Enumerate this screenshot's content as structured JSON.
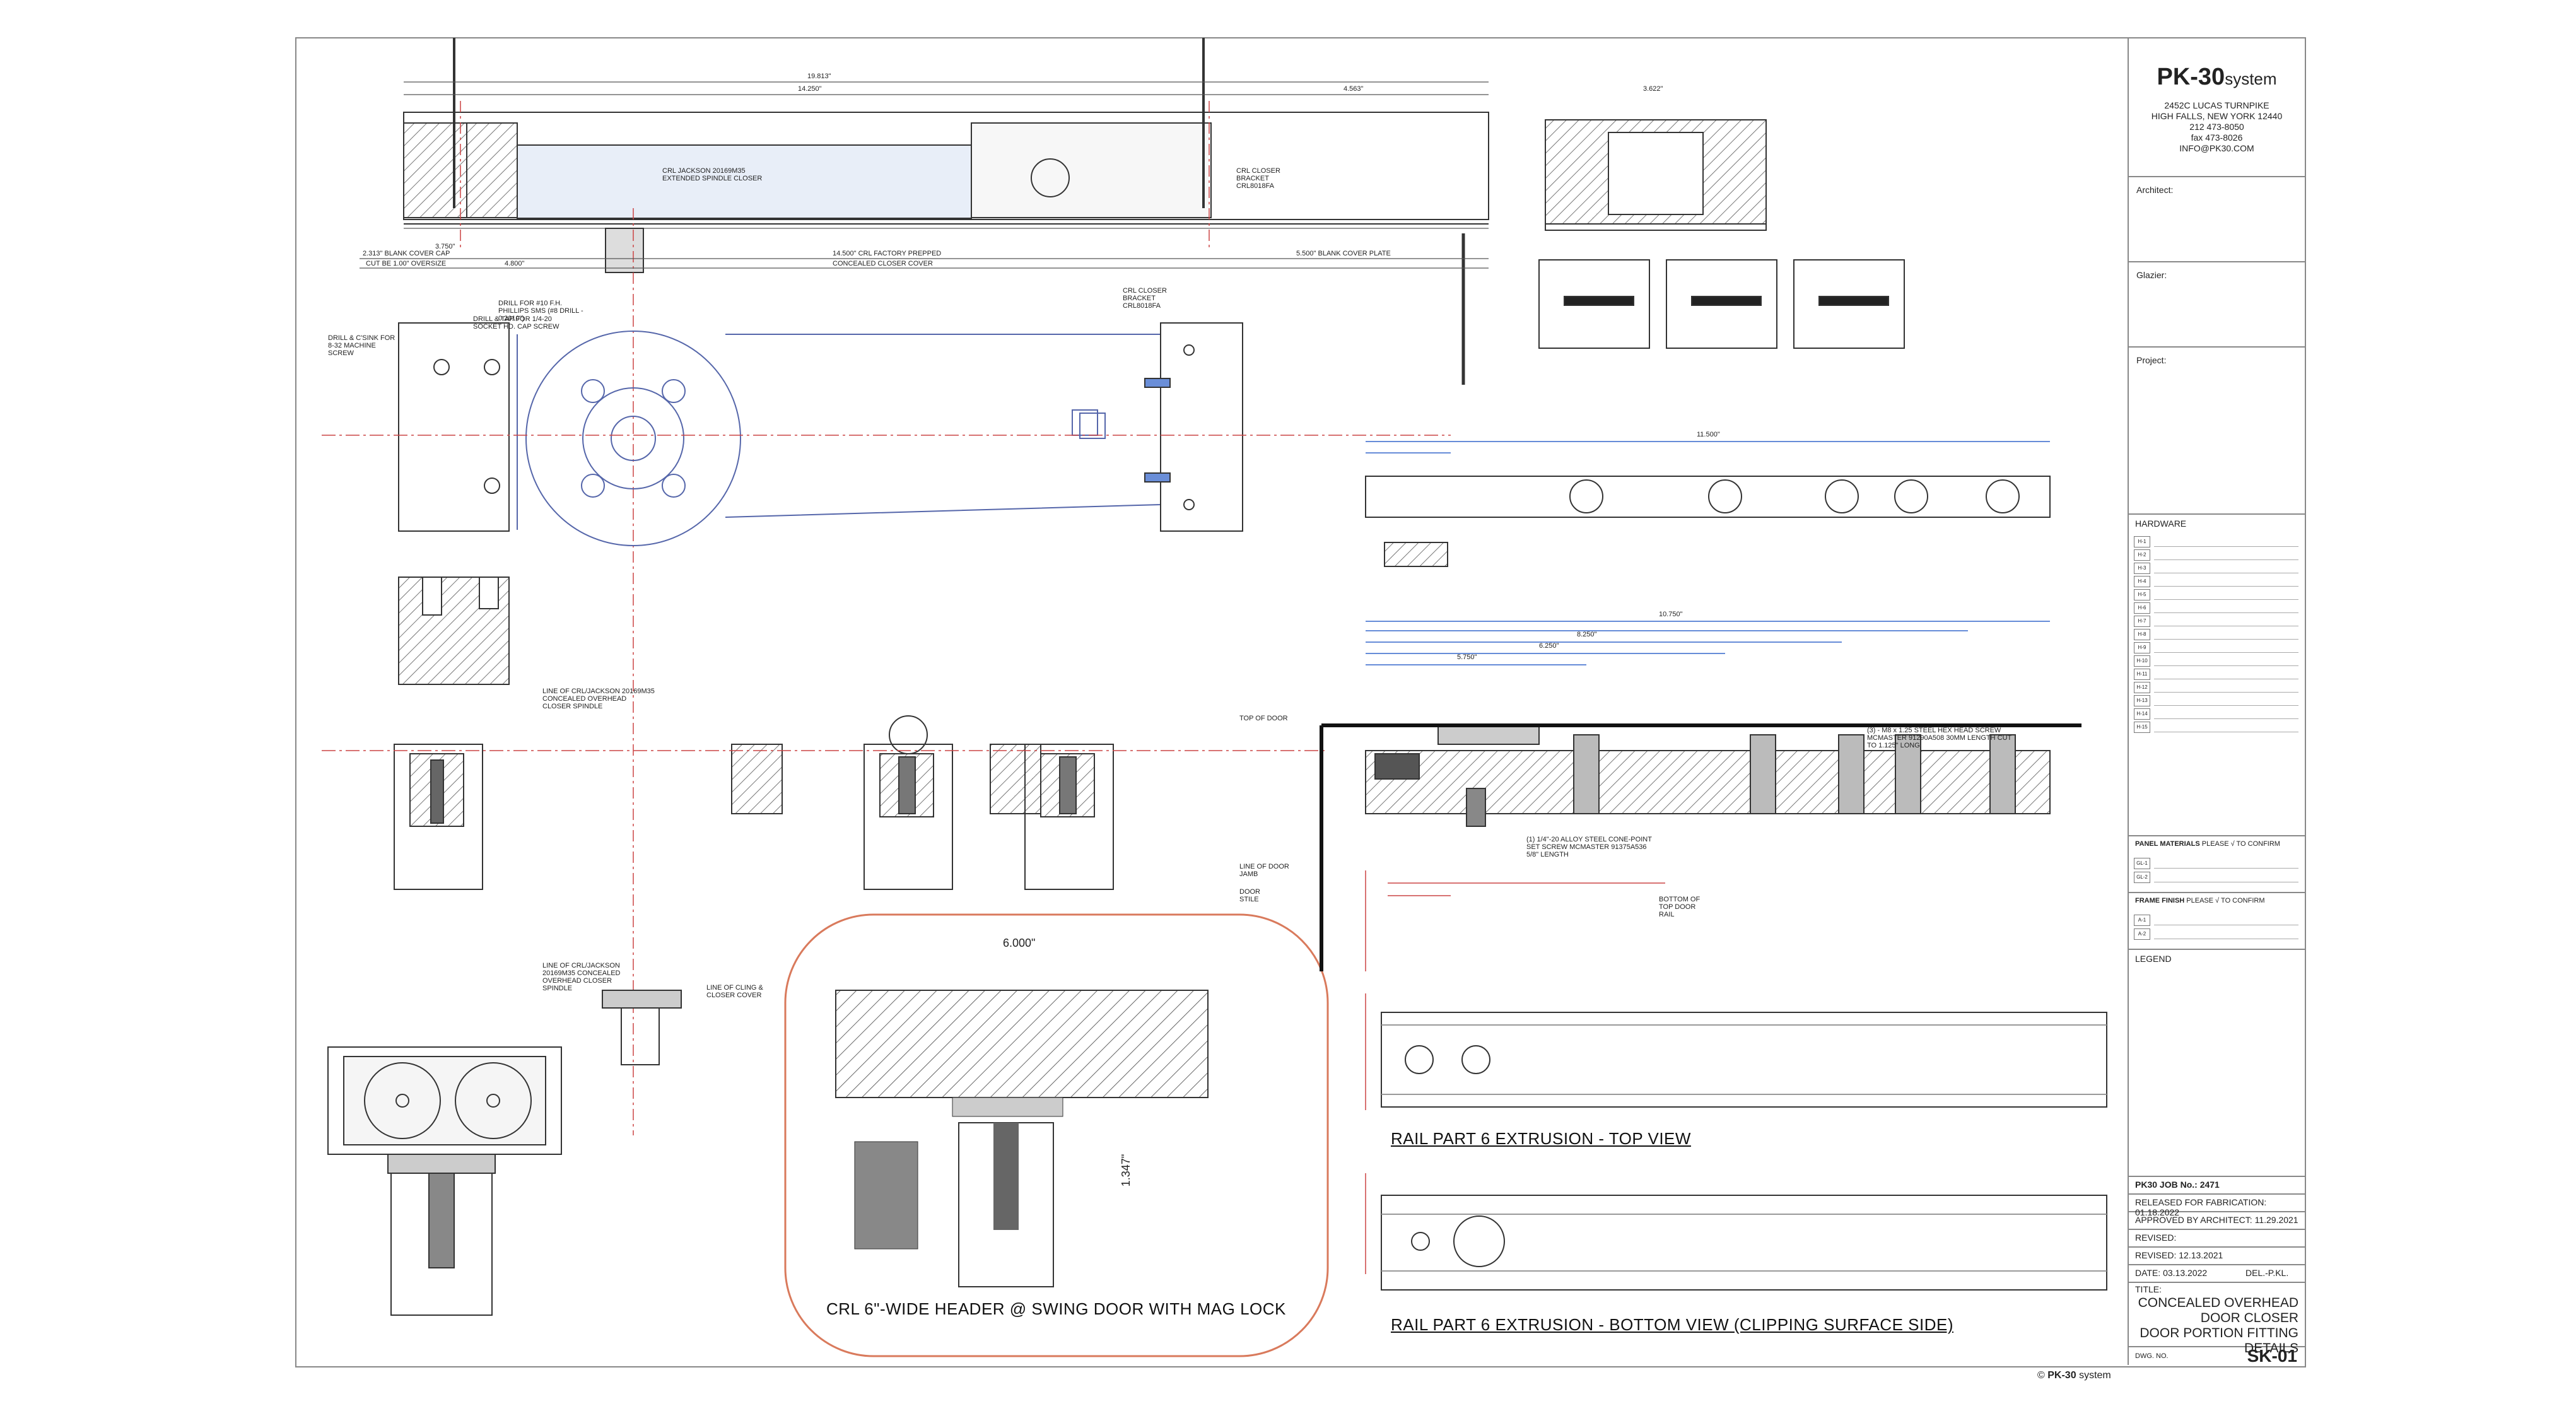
{
  "title_block": {
    "logo": {
      "brand": "PK-30",
      "suffix": "system"
    },
    "address": [
      "2452C LUCAS TURNPIKE",
      "HIGH FALLS, NEW YORK 12440",
      "212 473-8050",
      "fax 473-8026",
      "INFO@PK30.COM"
    ],
    "architect_label": "Architect:",
    "glazier_label": "Glazier:",
    "project_label": "Project:",
    "hardware_label": "HARDWARE",
    "hardware_rows": [
      "H-1",
      "H-2",
      "H-3",
      "H-4",
      "H-5",
      "H-6",
      "H-7",
      "H-8",
      "H-9",
      "H-10",
      "H-11",
      "H-12",
      "H-13",
      "H-14",
      "H-15"
    ],
    "panel_materials_label": "PANEL MATERIALS",
    "panel_materials_hint": "PLEASE √ TO CONFIRM",
    "panel_rows": [
      "GL-1",
      "GL-2"
    ],
    "frame_finish_label": "FRAME FINISH",
    "frame_finish_hint": "PLEASE √ TO CONFIRM",
    "frame_rows": [
      "A-1",
      "A-2"
    ],
    "legend_label": "LEGEND",
    "job_no": "PK30 JOB No.: 2471",
    "released": "RELEASED FOR FABRICATION: 01.18.2022",
    "approved": "APPROVED BY ARCHITECT: 11.29.2021",
    "revised_label": "REVISED:",
    "revised": "REVISED: 12.13.2021",
    "date": "DATE: 03.13.2022",
    "del": "DEL.-P.KL.",
    "title_label": "TITLE:",
    "title_lines": [
      "CONCEALED OVERHEAD",
      "DOOR CLOSER",
      "DOOR PORTION FITTING",
      "DETAILS"
    ],
    "dwg_label": "DWG. NO.",
    "dwg_no": "SK-01"
  },
  "footer": {
    "copyright": "©",
    "brand": "PK-30",
    "suffix": "system"
  },
  "captions": {
    "header_detail": "CRL 6\"-WIDE HEADER @ SWING DOOR WITH MAG LOCK",
    "top_view": "RAIL PART 6 EXTRUSION - TOP VIEW",
    "bottom_view": "RAIL PART 6 EXTRUSION - BOTTOM VIEW (CLIPPING SURFACE SIDE)"
  },
  "dims": {
    "overall": "19.813\"",
    "d14": "14.250\"",
    "d4563": "4.563\"",
    "d3622": "3.622\"",
    "d3750": "3.750\"",
    "d4800": "4.800\"",
    "d5500": "5.500\" BLANK COVER PLATE",
    "d2313": "2.313\" BLANK COVER CAP",
    "d14500": "14.500\" CRL FACTORY PREPPED",
    "concealed_cover": "CONCEALED CLOSER COVER",
    "cut_be": "CUT BE 1.00\" OVERSIZE",
    "d6000": "6.000\"",
    "d1347": "1.347\"",
    "d11500": "11.500\"",
    "d10750": "10.750\"",
    "d8250": "8.250\"",
    "d6250": "6.250\"",
    "d5750": "5.750\""
  },
  "notes": {
    "crl_spindle": "CRL JACKSON 20169M35 EXTENDED SPINDLE CLOSER",
    "crl_bracket": "CRL CLOSER BRACKET CRL8018FA",
    "drill_tap": "DRILL & TAP FOR 1/4-20 SOCKET HD. CAP SCREW",
    "drill_csink": "DRILL & C'SINK FOR 8-32 MACHINE SCREW",
    "drill_phillips": "DRILL FOR #10 F.H. PHILLIPS SMS (#8 DRILL - 0.2010\")",
    "line_crl": "LINE OF CRL/JACKSON 20169M35 CONCEALED OVERHEAD CLOSER SPINDLE",
    "line_cling": "LINE OF CLING & CLOSER COVER",
    "top_door": "TOP OF DOOR",
    "line_jamb": "LINE OF DOOR JAMB",
    "door_stile": "DOOR STILE",
    "bottom_rail": "BOTTOM OF TOP DOOR RAIL",
    "set_screw": "(1) 1/4\"-20 ALLOY STEEL CONE-POINT SET SCREW MCMASTER 91375A536 5/8\" LENGTH",
    "hex_screw": "(3) - M8 x 1.25 STEEL HEX HEAD SCREW MCMASTER 91290A508 30MM LENGTH CUT TO 1.125\" LONG"
  }
}
